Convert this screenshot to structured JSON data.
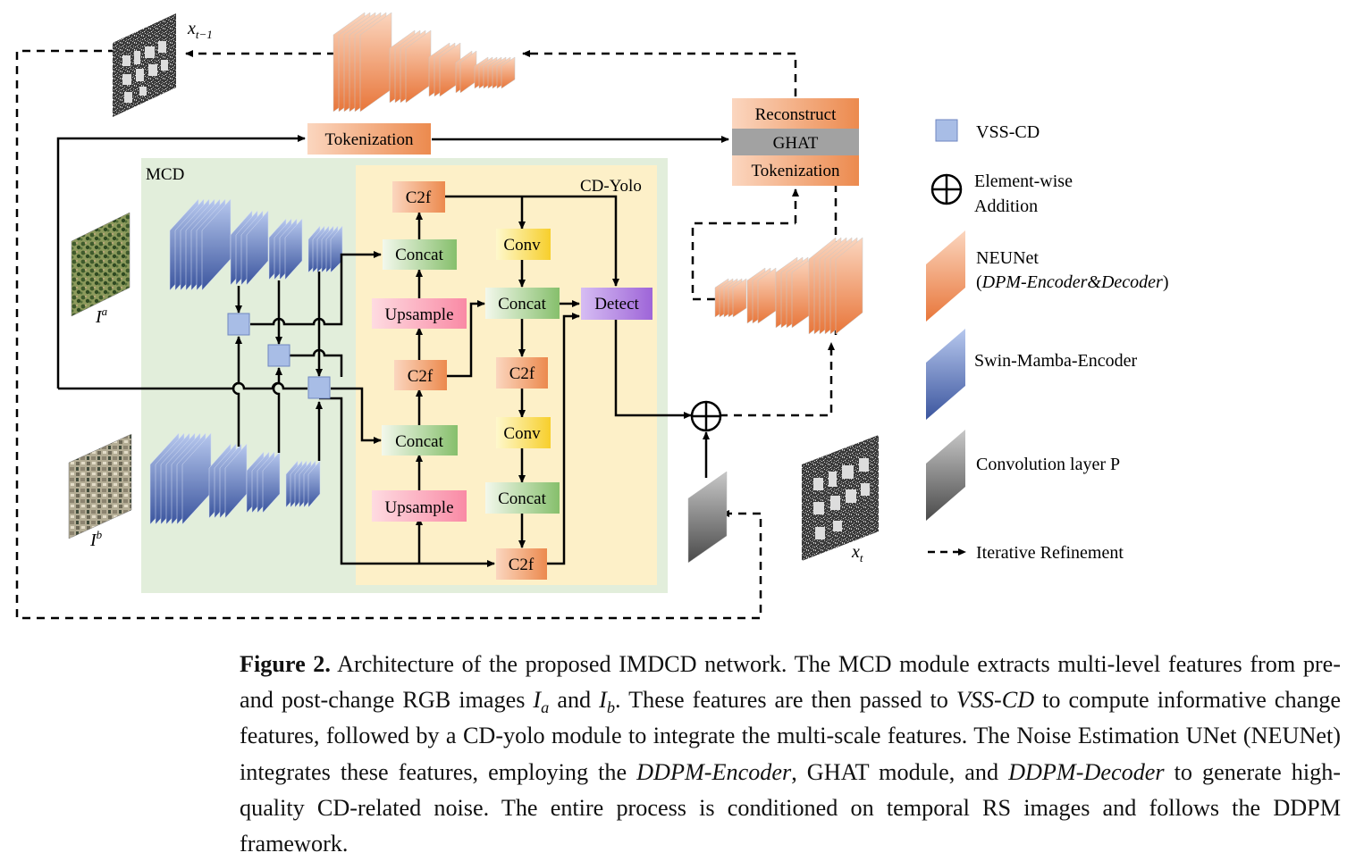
{
  "diagram": {
    "regions": {
      "mcd": "MCD",
      "cdyolo": "CD-Yolo"
    },
    "top_tokenization": "Tokenization",
    "reconstruct": "Reconstruct",
    "ghat": "GHAT",
    "tokenization_right": "Tokenization",
    "yolo_blocks": {
      "c2f_top": "C2f",
      "concat_1": "Concat",
      "upsample_1": "Upsample",
      "c2f_mid": "C2f",
      "concat_2": "Concat",
      "upsample_2": "Upsample",
      "conv_1": "Conv",
      "concat_3": "Concat",
      "c2f_right": "C2f",
      "conv_2": "Conv",
      "concat_4": "Concat",
      "c2f_bottom": "C2f",
      "detect": "Detect"
    },
    "image_labels": {
      "ia": "I",
      "ia_sup": "a",
      "ib": "I",
      "ib_sup": "b",
      "xt1": "x",
      "xt1_sub": "t−1",
      "xt": "x",
      "xt_sub": "t"
    }
  },
  "legend": {
    "vss": "VSS-CD",
    "add_line1": "Element-wise",
    "add_line2": "Addition",
    "neunet_line1": "NEUNet",
    "neunet_line2_open": "(",
    "neunet_line2_it": "DPM-Encoder&Decoder",
    "neunet_line2_close": ")",
    "swin": "Swin-Mamba-Encoder",
    "convp": "Convolution layer P",
    "iter": "Iterative Refinement"
  },
  "caption": {
    "label": "Figure 2.",
    "t1": " Architecture of the proposed IMDCD network. The MCD module extracts multi-level features from pre- and post-change RGB images ",
    "ia": "I",
    "ia_sub": "a",
    "t2": " and ",
    "ib": "I",
    "ib_sub": "b",
    "t3": ". These features are then passed to ",
    "vss": "VSS-CD",
    "t4": " to compute informative change features, followed by a CD-yolo module to integrate the multi-scale features. The Noise Estimation UNet (NEUNet) integrates these features, employing the ",
    "ddpm_enc": "DDPM-Encoder",
    "t5": ", GHAT module, and ",
    "ddpm_dec": "DDPM-Decoder",
    "t6": " to generate high-quality CD-related noise. The entire process is conditioned on temporal RS images and follows the DDPM framework."
  },
  "colors": {
    "mcd_bg": "#e2eedb",
    "yolo_bg": "#fdf0c8",
    "orange_light": "#fbd0b4",
    "orange_dark": "#e87a3a",
    "green_light": "#eef6e3",
    "green_dark": "#8fc277",
    "pink_light": "#fed0d8",
    "pink_dark": "#f98fa8",
    "yellow_light": "#fef5b8",
    "yellow_dark": "#f9d33c",
    "purple_light": "#c8a8f0",
    "purple_dark": "#a06bd8",
    "vss": "#a8bde6",
    "blue_encoder": "#4a62a8",
    "ghat": "#a0a0a0"
  }
}
